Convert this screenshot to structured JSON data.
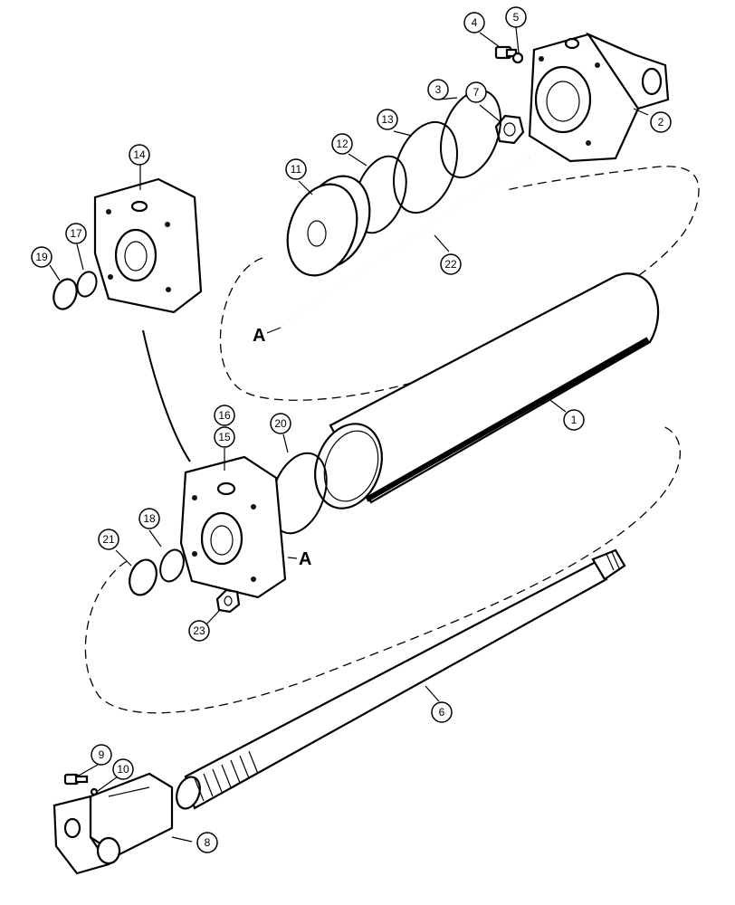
{
  "callouts": {
    "c1": "1",
    "c2": "2",
    "c3": "3",
    "c4": "4",
    "c5": "5",
    "c6": "6",
    "c7": "7",
    "c8": "8",
    "c9": "9",
    "c10": "10",
    "c11": "11",
    "c12": "12",
    "c13": "13",
    "c14": "14",
    "c15": "15",
    "c16": "16",
    "c17": "17",
    "c18": "18",
    "c19": "19",
    "c20": "20",
    "c21": "21",
    "c22": "22",
    "c23": "23"
  },
  "refs": {
    "upper": "A",
    "lower": "A"
  }
}
